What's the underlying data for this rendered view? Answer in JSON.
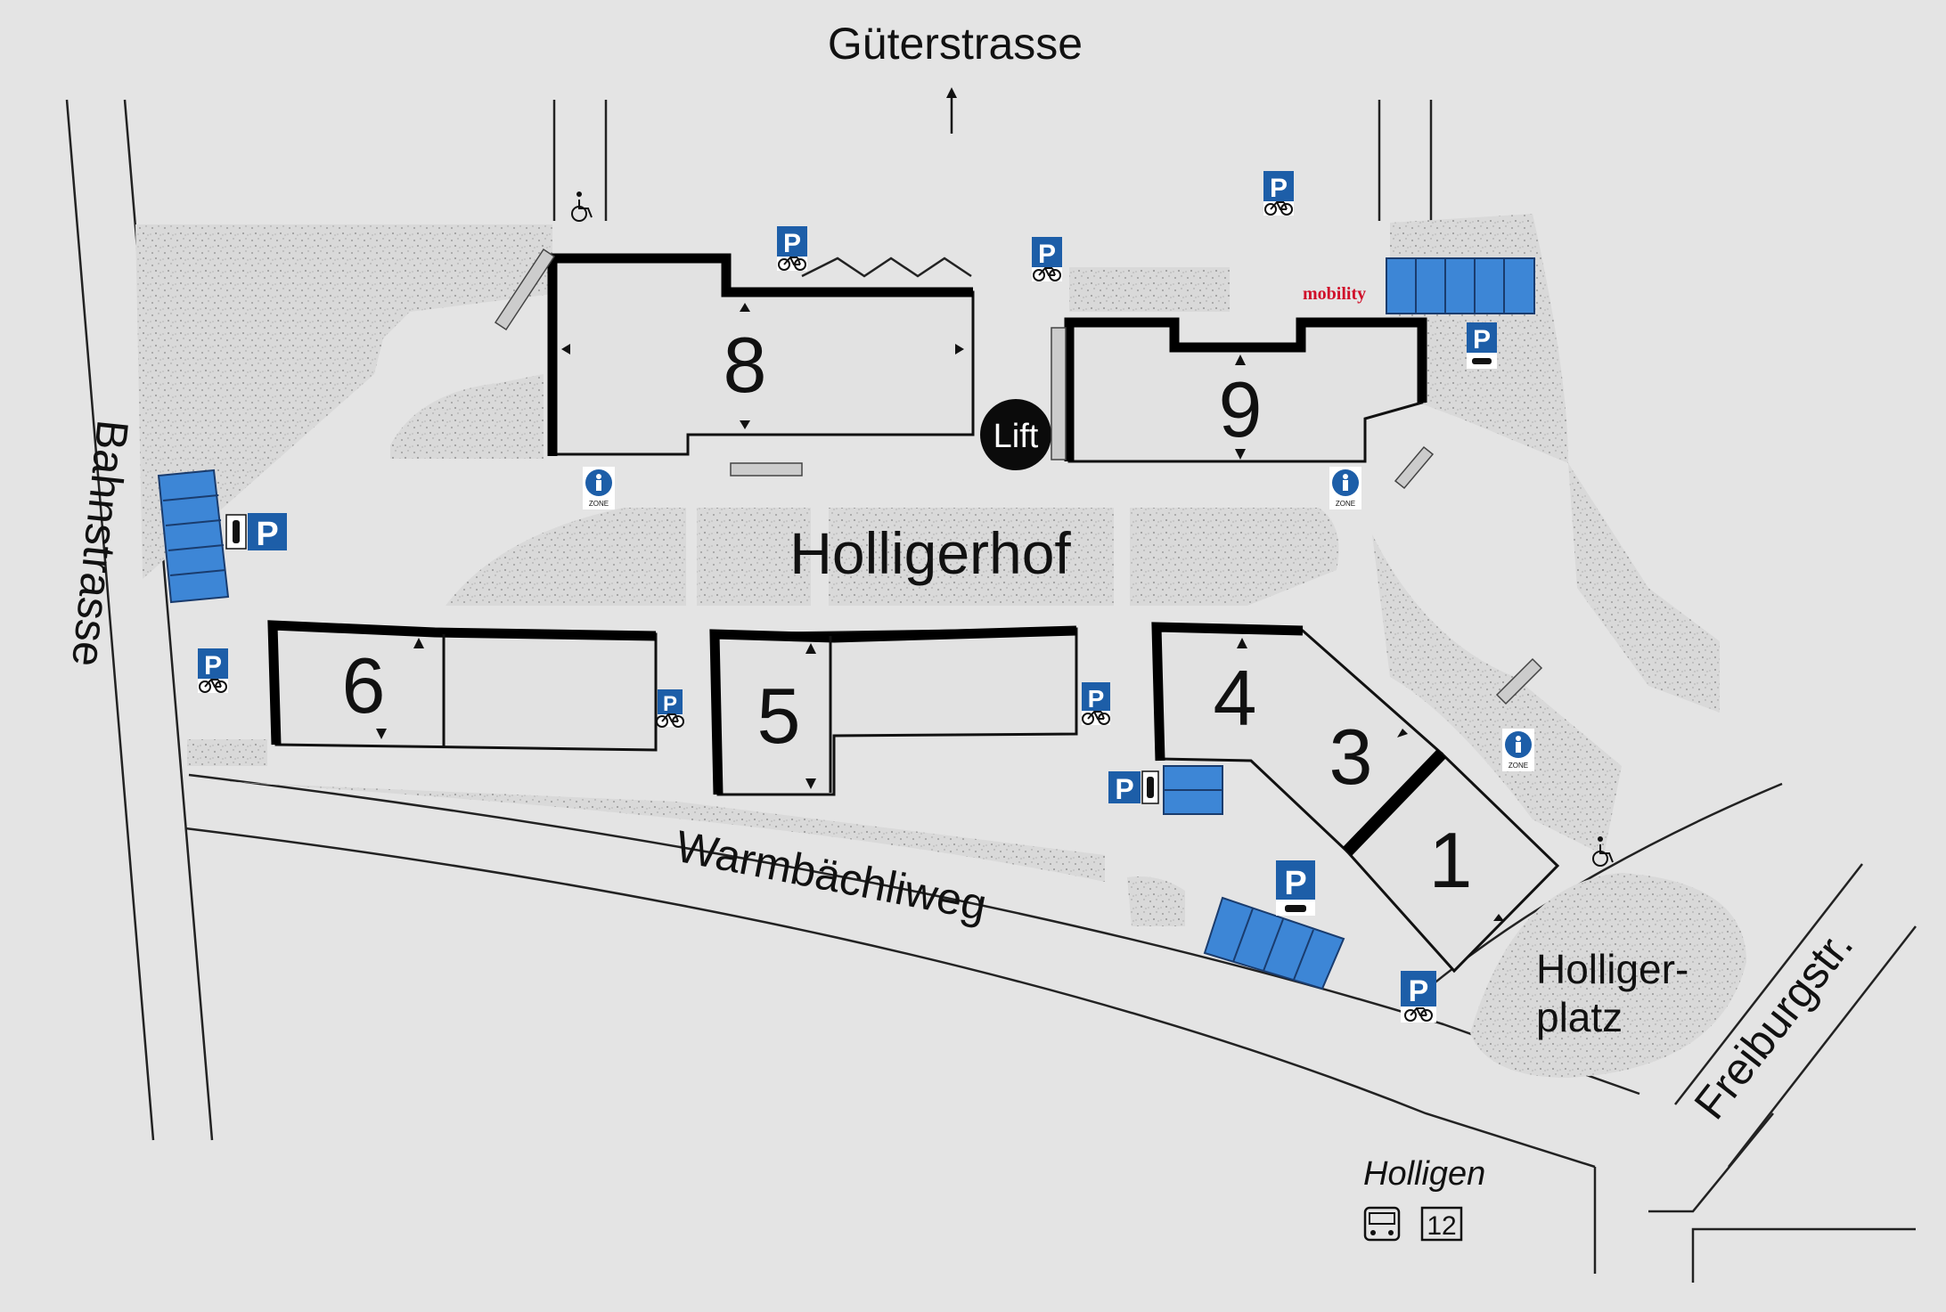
{
  "roads": {
    "gueterstrasse": "Güterstrasse",
    "bahnstrasse": "Bahnstrasse",
    "warmbaechliweg": "Warmbächliweg",
    "freiburgstr": "Freiburgstr."
  },
  "places": {
    "holligerhof": "Holligerhof",
    "holligerplatz_line1": "Holliger-",
    "holligerplatz_line2": "platz",
    "lift": "Lift",
    "mobility": "mobility"
  },
  "buildings": [
    "8",
    "9",
    "6",
    "5",
    "4",
    "3",
    "1"
  ],
  "transit": {
    "stop_name": "Holligen",
    "line_number": "12"
  },
  "signs": {
    "parking_letter": "P",
    "zone_text": "ZONE"
  },
  "icons": [
    "wheelchair-icon",
    "bicycle-icon",
    "car-icon",
    "pedestrian-icon",
    "bus-icon",
    "arrow-up-icon"
  ],
  "colors": {
    "parking_blue": "#1d5ea8",
    "slot_blue": "#3d86d6",
    "mobility_red": "#d0102a",
    "ground": "#e4e4e4",
    "building": "#e2e2e2"
  }
}
